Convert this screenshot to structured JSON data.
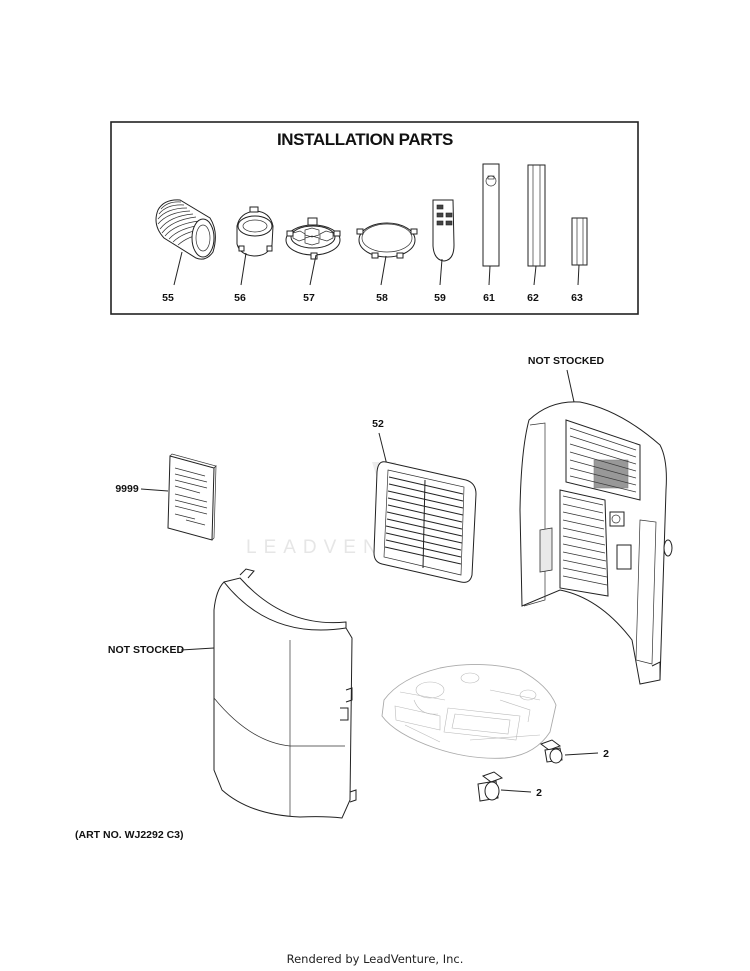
{
  "installation_box": {
    "title": "INSTALLATION PARTS"
  },
  "parts": [
    {
      "id": "55",
      "name": "exhaust-hose"
    },
    {
      "id": "56",
      "name": "hose-adapter-ring"
    },
    {
      "id": "57",
      "name": "window-connector"
    },
    {
      "id": "58",
      "name": "hose-end-cap"
    },
    {
      "id": "59",
      "name": "remote-control"
    },
    {
      "id": "61",
      "name": "window-panel-long"
    },
    {
      "id": "62",
      "name": "window-panel-extension"
    },
    {
      "id": "63",
      "name": "window-panel-short"
    },
    {
      "id": "52",
      "name": "rear-grille"
    },
    {
      "id": "9999",
      "name": "owners-manual"
    },
    {
      "id": "2",
      "name": "caster"
    },
    {
      "id": "2",
      "name": "caster"
    }
  ],
  "labels": {
    "not_stocked_rear": "NOT STOCKED",
    "not_stocked_front": "NOT STOCKED",
    "art_no": "(ART NO. WJ2292 C3)",
    "watermark": "LEADVENTURE"
  },
  "footer": {
    "text": "Rendered by LeadVenture, Inc."
  }
}
